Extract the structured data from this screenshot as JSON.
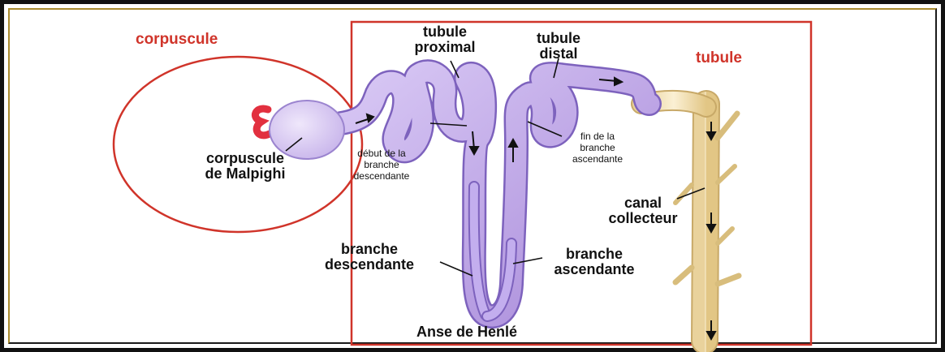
{
  "diagram": {
    "colors": {
      "accent_red": "#d0342a",
      "tubule_purple": "#b9a2e6",
      "tubule_outline": "#7d62bd",
      "collector_beige": "#f1dfb2",
      "collector_outline": "#c8a968",
      "vessel_red": "#e2303f"
    },
    "labels": {
      "corpuscule_region": "corpuscule",
      "tubule_region": "tubule",
      "tubule_proximal": "tubule\nproximal",
      "tubule_distal": "tubule\ndistal",
      "corpuscule_malpighi": "corpuscule\nde Malpighi",
      "debut_branche_descendante": "début de la\nbranche\ndescendante",
      "fin_branche_ascendante": "fin de la\nbranche\nascendante",
      "canal_collecteur": "canal\ncollecteur",
      "branche_descendante": "branche\ndescendante",
      "branche_ascendante": "branche\nascendante",
      "anse_de_henle": "Anse de Henlé"
    }
  }
}
